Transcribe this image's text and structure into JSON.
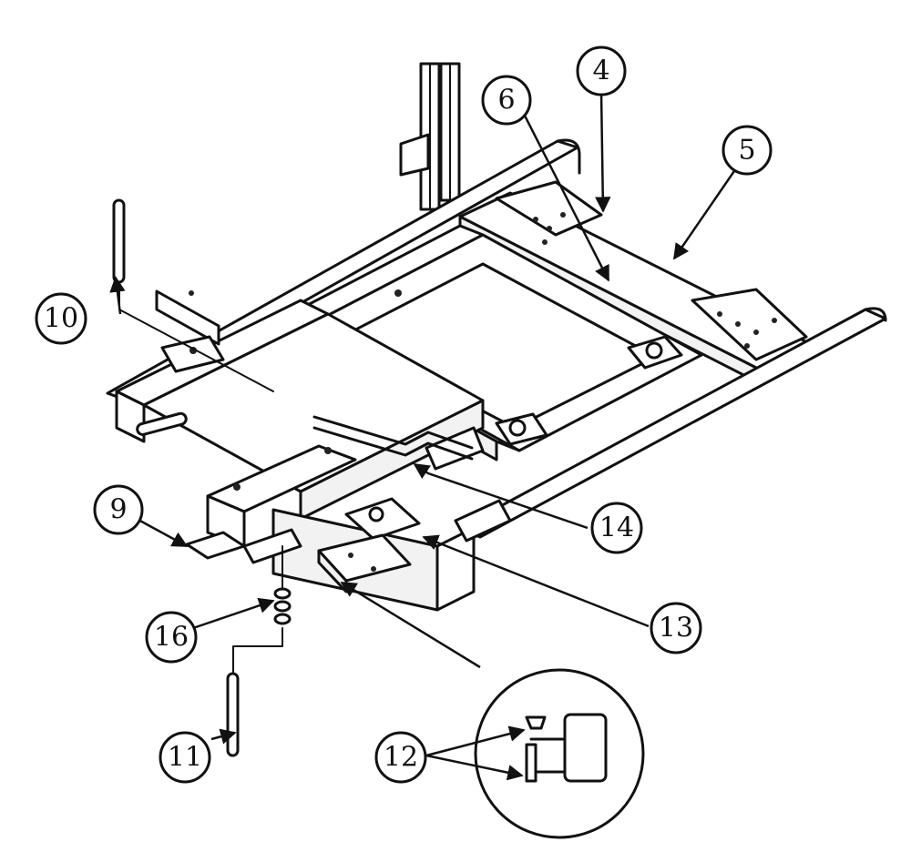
{
  "callouts": [
    {
      "id": "c4",
      "label": "4"
    },
    {
      "id": "c5",
      "label": "5"
    },
    {
      "id": "c6",
      "label": "6"
    },
    {
      "id": "c9",
      "label": "9"
    },
    {
      "id": "c10",
      "label": "10"
    },
    {
      "id": "c11",
      "label": "11"
    },
    {
      "id": "c12",
      "label": "12"
    },
    {
      "id": "c13",
      "label": "13"
    },
    {
      "id": "c14",
      "label": "14"
    },
    {
      "id": "c16",
      "label": "16"
    }
  ]
}
